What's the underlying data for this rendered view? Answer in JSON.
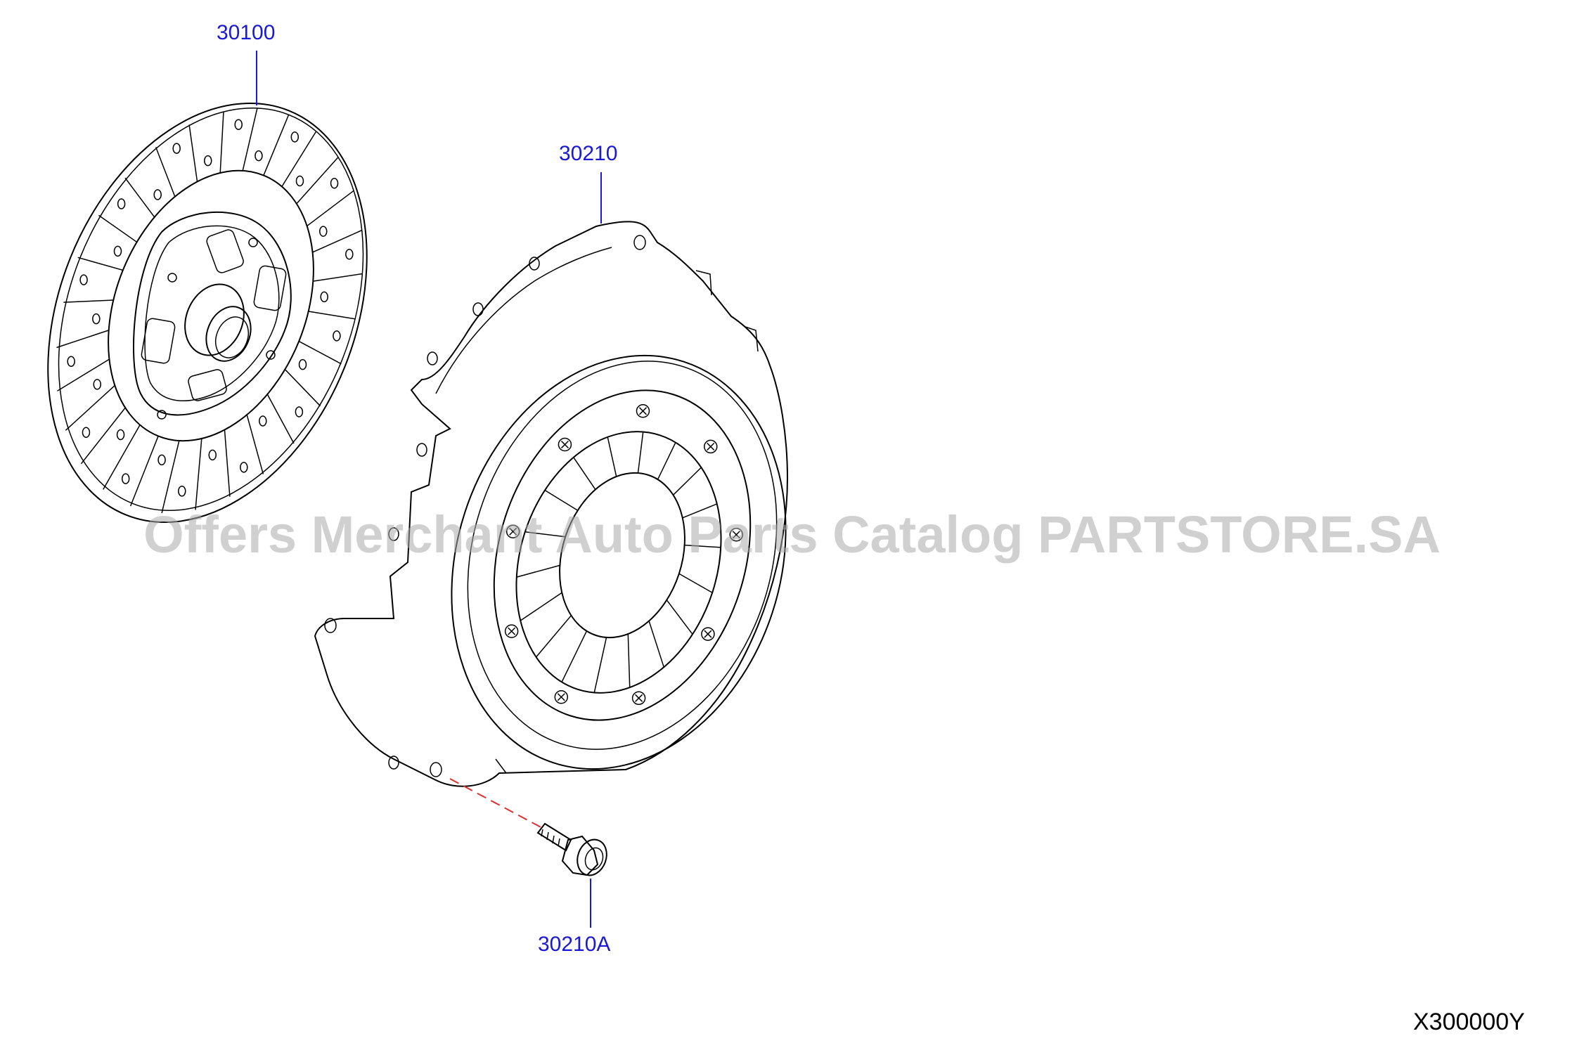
{
  "callouts": {
    "clutch_disc": "30100",
    "clutch_cover": "30210",
    "cover_bolt": "30210A"
  },
  "diagram_code": "X300000Y",
  "watermark": "Offers Merchant Auto Parts Catalog PARTSTORE.SA",
  "colors": {
    "callout_text": "#1a1ad6",
    "leader_line": "#1a1ad6",
    "dashed_line": "#e03030",
    "drawing": "#000000"
  }
}
